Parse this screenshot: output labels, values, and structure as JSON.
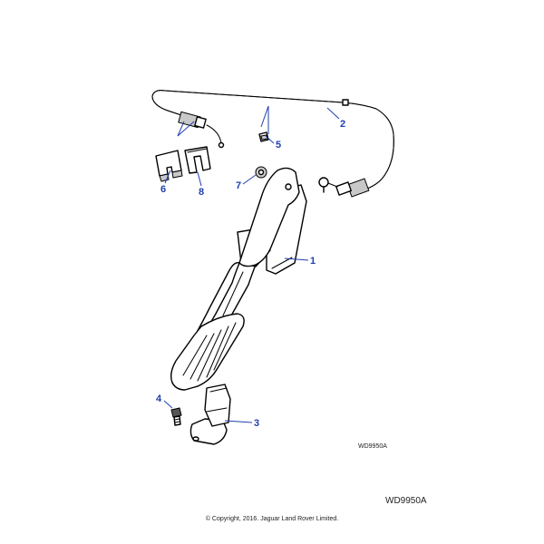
{
  "callouts": {
    "c1": "1",
    "c2": "2",
    "c3": "3",
    "c4": "4",
    "c5": "5",
    "c6": "6",
    "c7": "7",
    "c8": "8"
  },
  "drawing_code_small": "WD9950A",
  "drawing_code_large": "WD9950A",
  "copyright": "© Copyright, 2016. Jaguar Land Rover Limited.",
  "colors": {
    "callout": "#1f3fb0",
    "line": "#000000"
  }
}
